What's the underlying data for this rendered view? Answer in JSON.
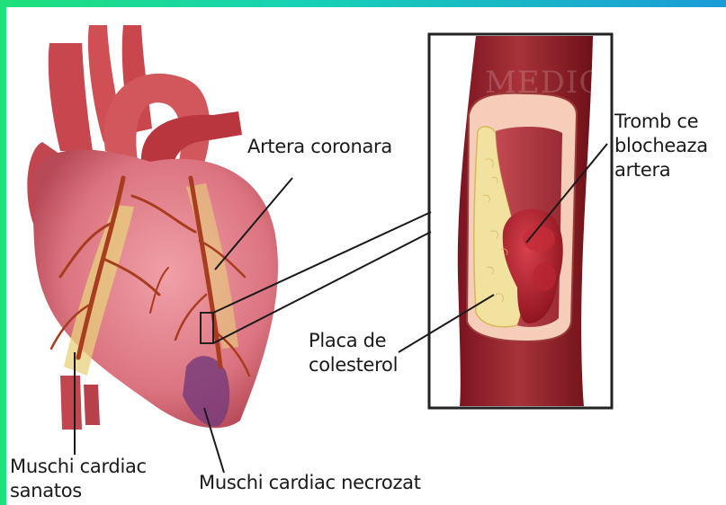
{
  "labels": {
    "coronary_artery": "Artera coronara",
    "thrombus": "Tromb ce\nblocheaza\nartera",
    "plaque": "Placa de\ncolesterol",
    "healthy_muscle": "Muschi cardiac\nsanatos",
    "necrotic_muscle": "Muschi cardiac necrozat"
  },
  "watermark": "MEDIC",
  "colors": {
    "frame_gradient_start": "#1fe07a",
    "frame_gradient_end": "#1b9bd8",
    "artery_wall": "#8e1d28",
    "plaque": "#f2e2a0",
    "thrombus": "#b0202e",
    "heart_muscle": "#e0808a",
    "necrotic_area": "#7a3d7a"
  }
}
